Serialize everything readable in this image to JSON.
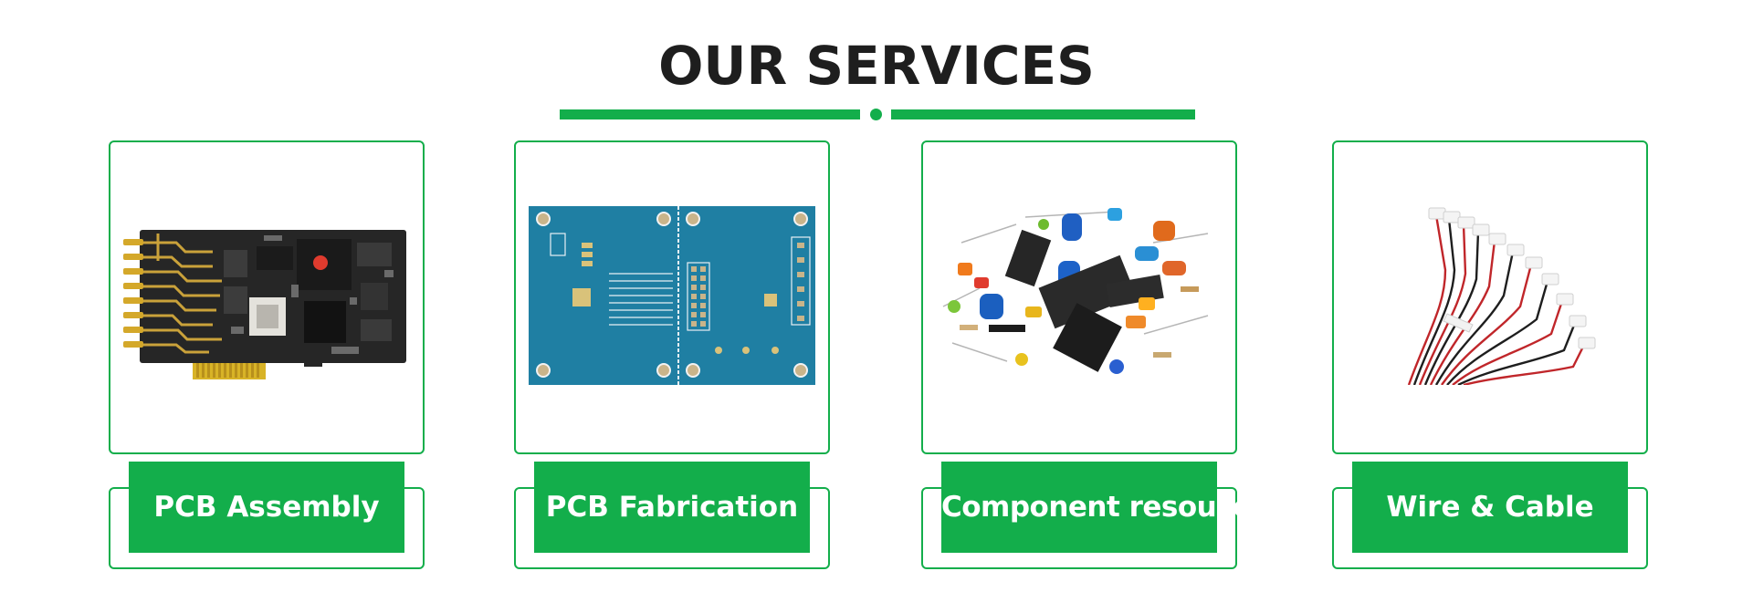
{
  "header": {
    "title": "OUR SERVICES"
  },
  "colors": {
    "brand_green": "#13ae4b",
    "title_text": "#1e1e1e"
  },
  "services": [
    {
      "label": "PCB Assembly",
      "image_icon": "pcb-assembly-board-image"
    },
    {
      "label": "PCB Fabrication",
      "image_icon": "pcb-fabrication-board-image"
    },
    {
      "label": "Component resouce",
      "image_icon": "electronic-components-image"
    },
    {
      "label": "Wire & Cable",
      "image_icon": "wire-harness-image"
    }
  ]
}
